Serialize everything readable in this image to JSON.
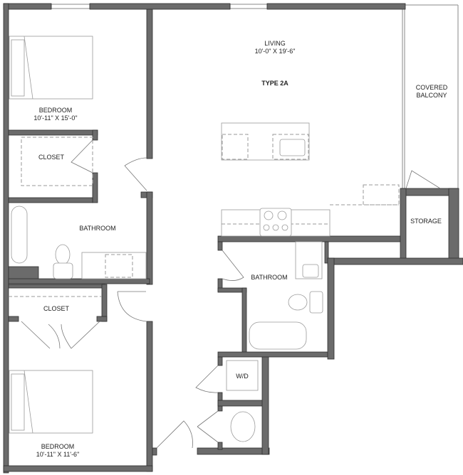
{
  "plan": {
    "type_label": "TYPE 2A",
    "wall_color": "#6b6b6b",
    "rooms": {
      "living": {
        "name": "LIVING",
        "dims": "10'-0\" X 19'-6\""
      },
      "balcony": {
        "line1": "COVERED",
        "line2": "BALCONY"
      },
      "bedroom1": {
        "name": "BEDROOM",
        "dims": "10'-11\" X 15'-0\""
      },
      "closet1": {
        "name": "CLOSET"
      },
      "bathroom1": {
        "name": "BATHROOM"
      },
      "storage": {
        "name": "STORAGE"
      },
      "bathroom2": {
        "name": "BATHROOM"
      },
      "closet2": {
        "name": "CLOSET"
      },
      "laundry": {
        "name": "W/D"
      },
      "bedroom2": {
        "name": "BEDROOM",
        "dims": "10'-11\" X 11'-6\""
      }
    }
  }
}
